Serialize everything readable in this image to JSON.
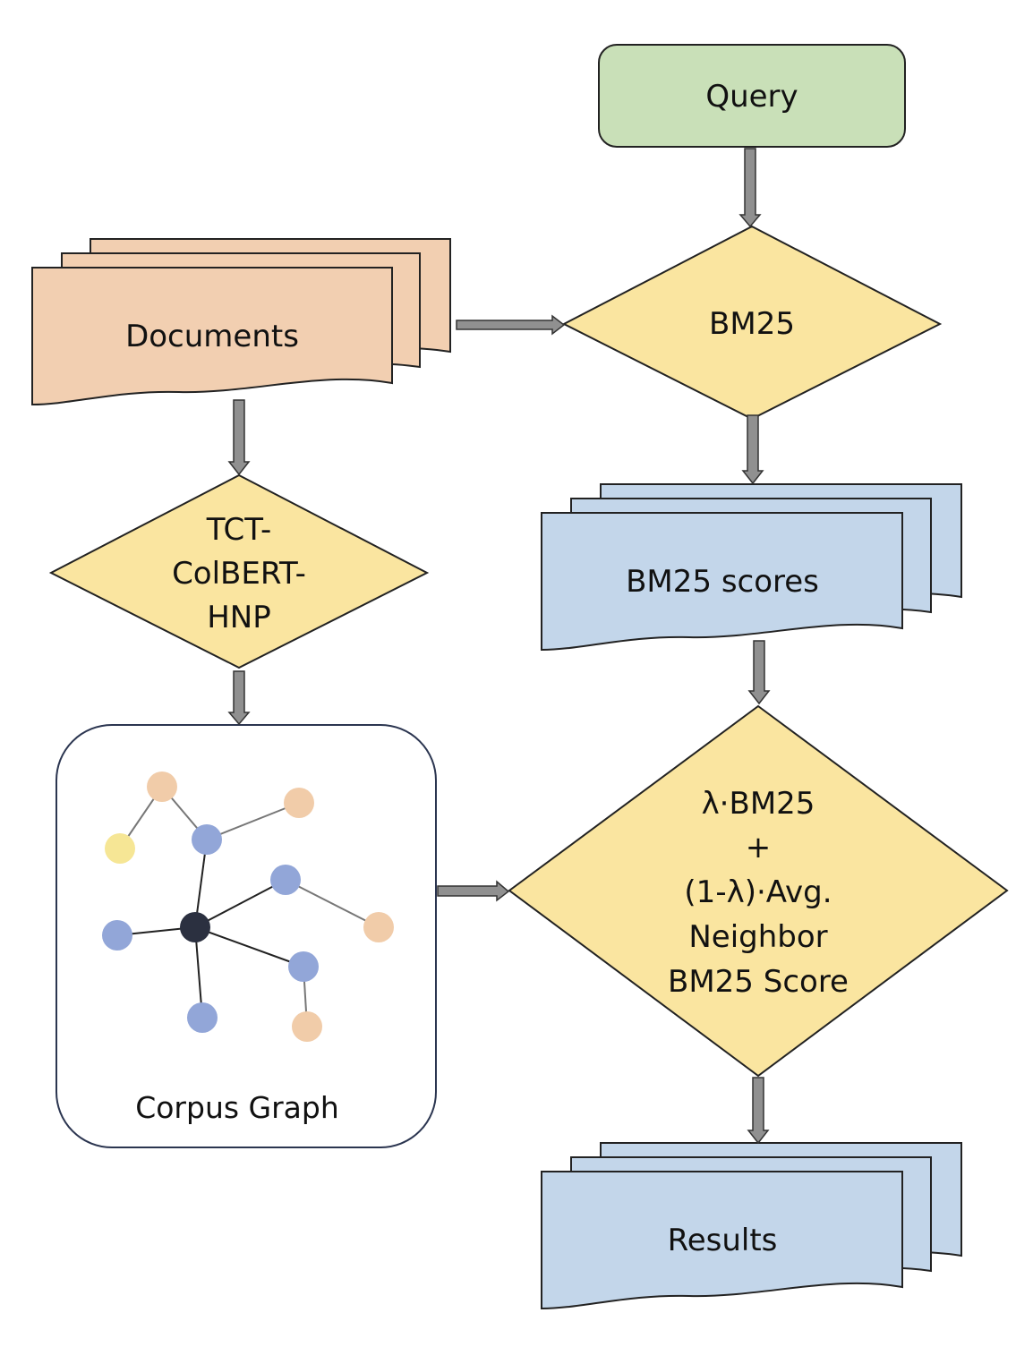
{
  "nodes": {
    "query": "Query",
    "documents": "Documents",
    "bm25": "BM25",
    "tct": [
      "TCT-",
      "ColBERT-",
      "HNP"
    ],
    "bm25_scores": "BM25 scores",
    "corpus_graph": "Corpus Graph",
    "combine": [
      "λ·BM25",
      "+",
      "(1-λ)·Avg.",
      "Neighbor",
      "BM25 Score"
    ],
    "results": "Results"
  },
  "colors": {
    "query_fill": "#c9e0b8",
    "documents_fill": "#f2cfb1",
    "diamond_fill": "#fae5a0",
    "scores_fill": "#c3d6ea",
    "graph_box_stroke": "#2b3550",
    "arrow_fill": "#909090",
    "node_blue": "#92a6d8",
    "node_peach": "#f1cca9",
    "node_yellow": "#f6e695",
    "node_center": "#2b3040"
  }
}
